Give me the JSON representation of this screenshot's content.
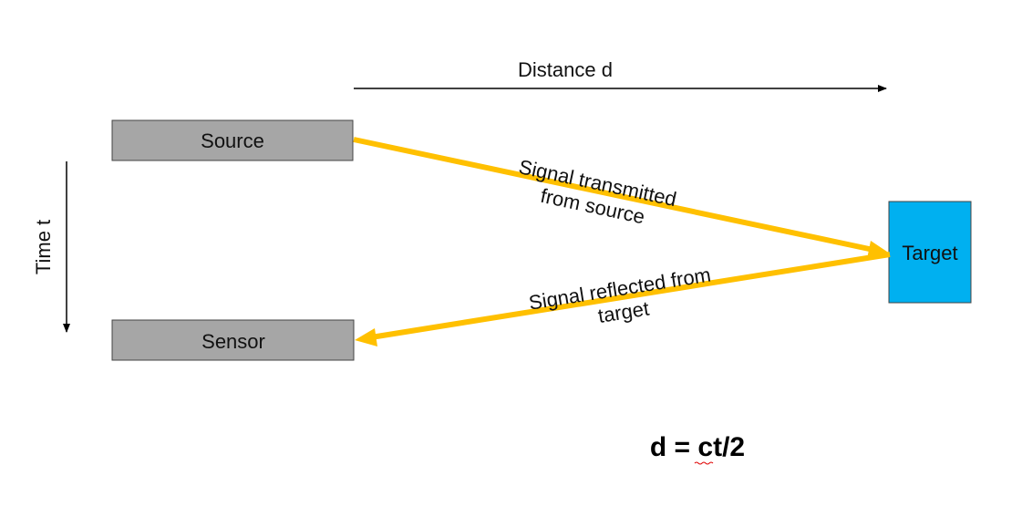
{
  "labels": {
    "source": "Source",
    "sensor": "Sensor",
    "target": "Target",
    "distance": "Distance d",
    "time": "Time  t",
    "transmitted_line1": "Signal transmitted",
    "transmitted_line2": "from source",
    "reflected_line1": "Signal reflected from",
    "reflected_line2": "target",
    "formula": "d = ct/2"
  },
  "colors": {
    "box_gray": "#a6a6a6",
    "target_blue": "#00b0f0",
    "signal_gold": "#ffc000",
    "axis_black": "#000000"
  }
}
